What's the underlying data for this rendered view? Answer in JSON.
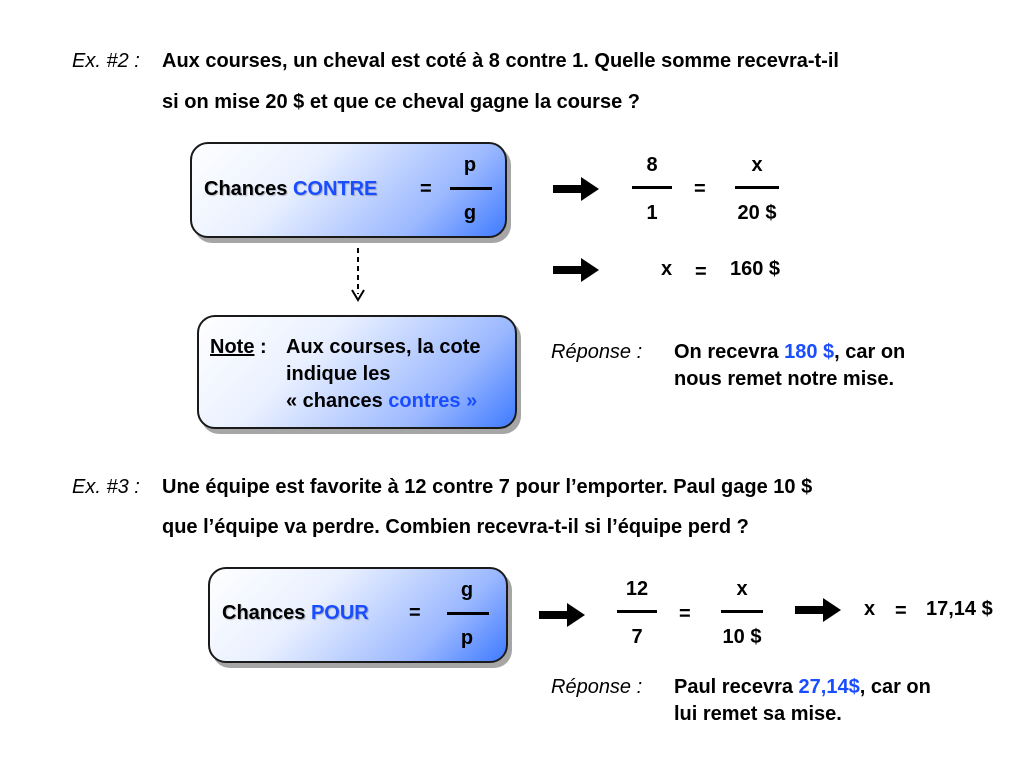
{
  "ex2": {
    "label": "Ex. #2",
    "colon": ":",
    "line1": "Aux courses, un cheval est coté à 8 contre 1. Quelle somme recevra-t-il",
    "line2": "si on mise 20 $ et que ce cheval gagne la course ?",
    "box": {
      "text": "Chances",
      "highlight": "CONTRE",
      "equals": "=",
      "num": "p",
      "den": "g"
    },
    "frac1": {
      "num": "8",
      "den": "1"
    },
    "equals": "=",
    "frac2": {
      "num": "x",
      "den": "20 $"
    },
    "result": {
      "var": "x",
      "equals": "=",
      "value": "160 $"
    },
    "note": {
      "label": "Note",
      "colon": ":",
      "line1": "Aux courses, la cote",
      "line2": "indique les",
      "line3_pre": "« chances ",
      "line3_hl": "contres »"
    },
    "answer": {
      "label": "Réponse :",
      "line1_pre": "On recevra ",
      "line1_hl": "180 $",
      "line1_post": ", car on",
      "line2": "nous remet notre mise."
    }
  },
  "ex3": {
    "label": "Ex. #3",
    "colon": ":",
    "line1": "Une équipe est favorite à 12 contre 7 pour l’emporter. Paul gage 10 $",
    "line2": "que l’équipe va perdre. Combien recevra-t-il si l’équipe perd ?",
    "box": {
      "text": "Chances",
      "highlight": "POUR",
      "equals": "=",
      "num": "g",
      "den": "p"
    },
    "frac1": {
      "num": "12",
      "den": "7"
    },
    "equals": "=",
    "frac2": {
      "num": "x",
      "den": "10 $"
    },
    "result": {
      "var": "x",
      "equals": "=",
      "value": "17,14 $"
    },
    "answer": {
      "label": "Réponse :",
      "line1_pre": "Paul recevra ",
      "line1_hl": "27,14$",
      "line1_post": ", car on",
      "line2": "lui remet sa mise."
    }
  },
  "colors": {
    "accent": "#1a4dff",
    "box_gradient_end": "#3f7bff"
  },
  "icons": [
    "right-arrow-icon",
    "dashed-down-arrow-icon"
  ]
}
